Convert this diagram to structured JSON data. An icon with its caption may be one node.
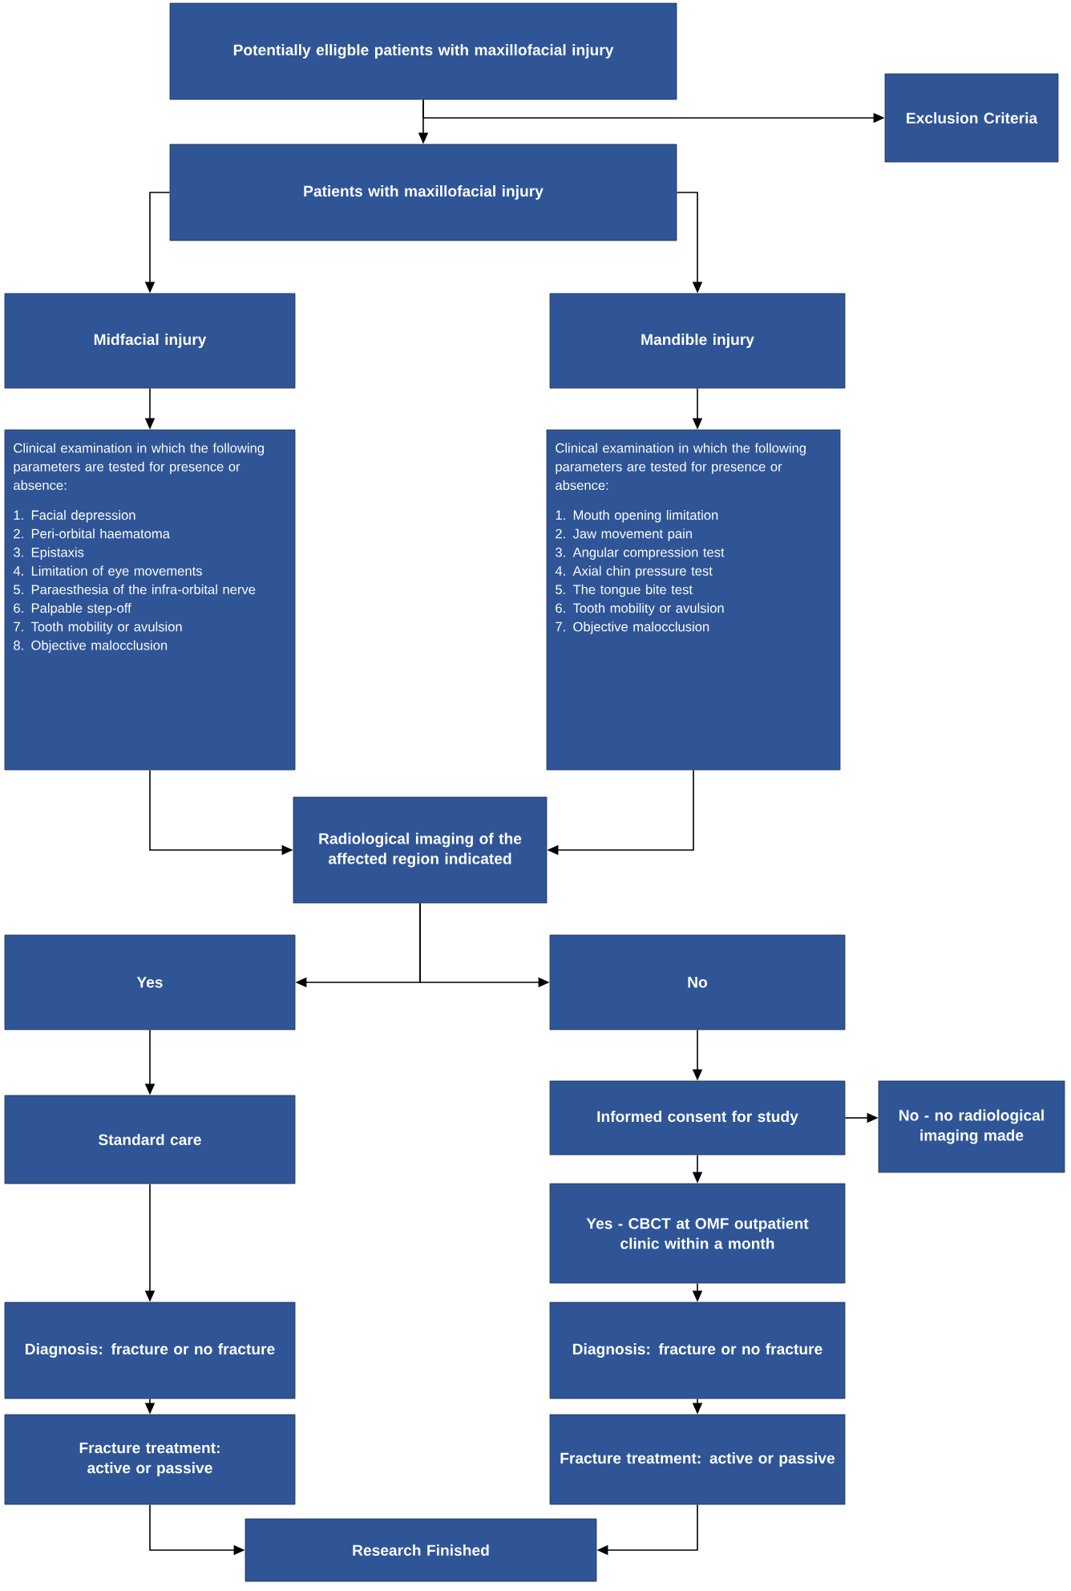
{
  "diagram": {
    "nodes": [
      {
        "text": [
          "Potentially elligble patients with maxillofacial injury"
        ]
      },
      {
        "text": [
          "Exclusion Criteria"
        ]
      },
      {
        "text": [
          "Patients with maxillofacial injury"
        ]
      },
      {
        "text": [
          "Midfacial injury"
        ]
      },
      {
        "text": [
          "Mandible injury"
        ]
      },
      {
        "text": [
          "Clinical examination in which the following parameters are tested for presence or absence:",
          "1. Facial depression",
          "2. Peri-orbital haematoma",
          "3. Epistaxis",
          "4. Limitation of eye movements",
          "5. Paraesthesia of the infra-orbital nerve",
          "6. Palpable step-off",
          "7. Tooth mobility or avulsion",
          "8. Objective malocclusion"
        ]
      },
      {
        "text": [
          "Clinical examination in which the following parameters are tested for presence or absence:",
          "1. Mouth opening limitation",
          "2. Jaw movement pain",
          "3. Angular compression test",
          "4. Axial chin pressure test",
          "5. The tongue bite test",
          "6. Tooth mobility or avulsion",
          "7. Objective malocclusion"
        ]
      },
      {
        "text": [
          "Radiological imaging of the affected region indicated"
        ]
      },
      {
        "text": [
          "Yes"
        ]
      },
      {
        "text": [
          "No"
        ]
      },
      {
        "text": [
          "Informed consent for study"
        ]
      },
      {
        "text": [
          "No - no radiological imaging made"
        ]
      },
      {
        "text": [
          "Standard care"
        ]
      },
      {
        "text": [
          "Yes - CBCT at OMF outpatient clinic within a month"
        ]
      },
      {
        "text": [
          "Diagnosis: fracture or no fracture"
        ]
      },
      {
        "text": [
          "Diagnosis: fracture or no fracture"
        ]
      },
      {
        "text": [
          "Fracture treatment: active or passive"
        ]
      },
      {
        "text": [
          "Fracture treatment: active or passive"
        ]
      },
      {
        "text": [
          "Research Finished"
        ]
      }
    ],
    "edges": [
      {
        "from": 0,
        "to": 2,
        "arrow": "to"
      },
      {
        "from": 0,
        "to": 1,
        "arrow": "to"
      },
      {
        "from": 2,
        "to": 3,
        "arrow": "to"
      },
      {
        "from": 2,
        "to": 4,
        "arrow": "to"
      },
      {
        "from": 3,
        "to": 5,
        "arrow": "to"
      },
      {
        "from": 4,
        "to": 6,
        "arrow": "to"
      },
      {
        "from": 5,
        "to": 7,
        "arrow": "to"
      },
      {
        "from": 6,
        "to": 7,
        "arrow": "to"
      },
      {
        "from": 7,
        "to": 8,
        "arrow": "to"
      },
      {
        "from": 7,
        "to": 9,
        "arrow": "to"
      },
      {
        "from": 9,
        "to": 10,
        "arrow": "to"
      },
      {
        "from": 10,
        "to": 11,
        "arrow": "to"
      },
      {
        "from": 10,
        "to": 13,
        "arrow": "to"
      },
      {
        "from": 8,
        "to": 12,
        "arrow": "to"
      },
      {
        "from": 12,
        "to": 14,
        "arrow": "to"
      },
      {
        "from": 13,
        "to": 15,
        "arrow": "to"
      },
      {
        "from": 14,
        "to": 16,
        "arrow": "to"
      },
      {
        "from": 15,
        "to": 17,
        "arrow": "to"
      },
      {
        "from": 16,
        "to": 18,
        "arrow": "to"
      },
      {
        "from": 17,
        "to": 18,
        "arrow": "to"
      }
    ]
  }
}
